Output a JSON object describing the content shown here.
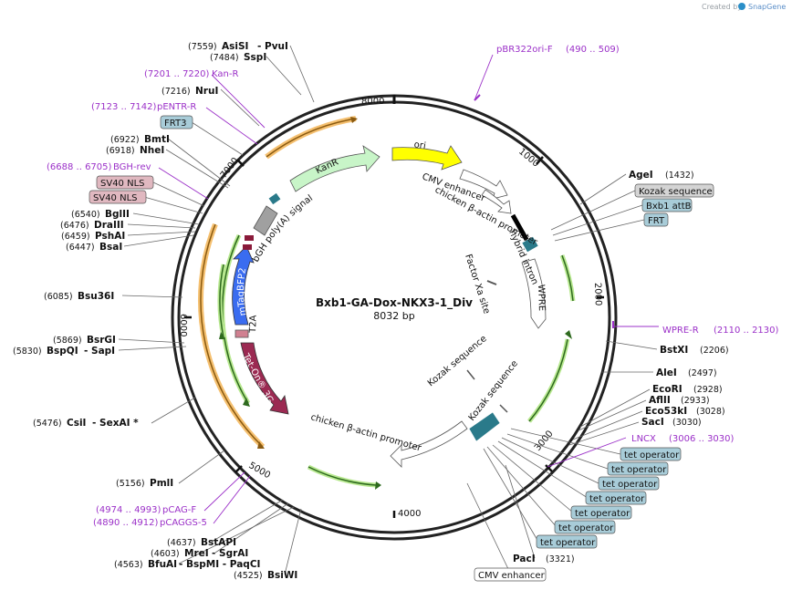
{
  "credit": {
    "text": "Created by",
    "brand": "SnapGene"
  },
  "plasmid": {
    "name": "Bxb1-GA-Dox-NKX3-1_Div",
    "size": "8032 bp"
  },
  "ticks": [
    "1000",
    "2000",
    "3000",
    "4000",
    "5000",
    "6000",
    "7000",
    "8000"
  ],
  "features": [
    {
      "label": "ori",
      "color": "#ffff00"
    },
    {
      "label": "KanR",
      "color": "#c8f5c8"
    },
    {
      "label": "bGH poly(A) signal",
      "color": "#a0a0a0"
    },
    {
      "label": "mTagBFP2",
      "color": "#3a6cf0"
    },
    {
      "label": "T2A",
      "color": "#d08090"
    },
    {
      "label": "Tet-On® 3G",
      "color": "#9b2a52"
    },
    {
      "label": "CMV enhancer",
      "color": "#ffffff"
    },
    {
      "label": "chicken β-actin promoter",
      "color": "#ffffff"
    },
    {
      "label": "hybrid intron",
      "color": "#000000"
    },
    {
      "label": "WPRE",
      "color": "#ffffff"
    },
    {
      "label": "Factor Xa site",
      "color": "#555555"
    },
    {
      "label": "Kozak sequence",
      "color": "#555555"
    },
    {
      "label": "Kozak sequence",
      "color": "#555555"
    },
    {
      "label": "chicken β-actin promoter",
      "color": "#ffffff"
    }
  ],
  "enzymes_left": [
    {
      "pos": "(7559)",
      "name": "AsiSI",
      "extra": "-  PvuI"
    },
    {
      "pos": "(7484)",
      "name": "SspI",
      "extra": ""
    },
    {
      "pos": "(7216)",
      "name": "NruI",
      "extra": ""
    },
    {
      "pos": "(6922)",
      "name": "BmtI",
      "extra": ""
    },
    {
      "pos": "(6918)",
      "name": "NheI",
      "extra": ""
    },
    {
      "pos": "(6540)",
      "name": "BglII",
      "extra": ""
    },
    {
      "pos": "(6476)",
      "name": "DraIII",
      "extra": ""
    },
    {
      "pos": "(6459)",
      "name": "PshAI",
      "extra": ""
    },
    {
      "pos": "(6447)",
      "name": "BsaI",
      "extra": ""
    },
    {
      "pos": "(6085)",
      "name": "Bsu36I",
      "extra": ""
    },
    {
      "pos": "(5869)",
      "name": "BsrGI",
      "extra": ""
    },
    {
      "pos": "(5830)",
      "name": "BspQI",
      "extra": "-  SapI"
    },
    {
      "pos": "(5476)",
      "name": "CsiI",
      "extra": "-  SexAI *"
    },
    {
      "pos": "(5156)",
      "name": "PmlI",
      "extra": ""
    },
    {
      "pos": "(4637)",
      "name": "BstAPI",
      "extra": ""
    },
    {
      "pos": "(4603)",
      "name": "MreI",
      "extra": "-  SgrAI"
    },
    {
      "pos": "(4563)",
      "name": "BfuAI",
      "extra": "-  BspMI  -  PaqCI"
    },
    {
      "pos": "(4525)",
      "name": "BsiWI",
      "extra": ""
    }
  ],
  "enzymes_right": [
    {
      "name": "AgeI",
      "pos": "(1432)"
    },
    {
      "name": "BstXI",
      "pos": "(2206)"
    },
    {
      "name": "AleI",
      "pos": "(2497)"
    },
    {
      "name": "EcoRI",
      "pos": "(2928)"
    },
    {
      "name": "AflII",
      "pos": "(2933)"
    },
    {
      "name": "Eco53kI",
      "pos": "(3028)"
    },
    {
      "name": "SacI",
      "pos": "(3030)"
    },
    {
      "name": "PacI",
      "pos": "(3321)"
    }
  ],
  "primers": [
    {
      "label": "pBR322ori-F",
      "range": "(490 .. 509)"
    },
    {
      "label": "Kan-R",
      "range": "(7201 .. 7220)"
    },
    {
      "label": "pENTR-R",
      "range": "(7123 .. 7142)"
    },
    {
      "label": "BGH-rev",
      "range": "(6688 .. 6705)"
    },
    {
      "label": "WPRE-R",
      "range": "(2110 .. 2130)"
    },
    {
      "label": "LNCX",
      "range": "(3006 .. 3030)"
    },
    {
      "label": "pCAG-F",
      "range": "(4974 .. 4993)"
    },
    {
      "label": "pCAGGS-5",
      "range": "(4890 .. 4912)"
    }
  ],
  "boxes": {
    "frt3": "FRT3",
    "sv40_1": "SV40 NLS",
    "sv40_2": "SV40 NLS",
    "kozak": "Kozak sequence",
    "bxb1": "Bxb1 attB",
    "frt": "FRT",
    "tet": [
      "tet operator",
      "tet operator",
      "tet operator",
      "tet operator",
      "tet operator",
      "tet operator",
      "tet operator"
    ],
    "cmv": "CMV enhancer"
  },
  "colors": {
    "primer": "#9b30c8",
    "box_blue": "#a8ccd8",
    "box_pink": "#e0b8c0",
    "box_gray": "#d4d4d4",
    "orange_arc": "#f5a030",
    "green_arc": "#4a9a2a"
  }
}
